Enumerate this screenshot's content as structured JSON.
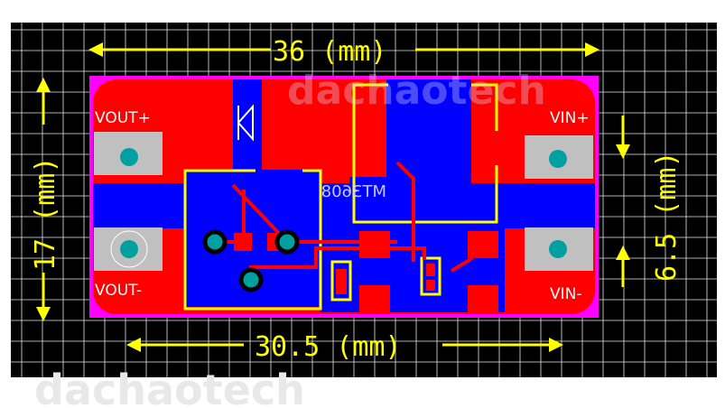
{
  "dimensions": {
    "width_top": "36 (mm)",
    "height_left": "17 (mm)",
    "right_spacing": "6.5 (mm)",
    "width_bottom": "30.5 (mm)"
  },
  "pads": {
    "vout_plus": "VOUT+",
    "vout_minus": "VOUT-",
    "vin_plus": "VIN+",
    "vin_minus": "VIN-"
  },
  "chip_label": "MT3608",
  "watermark": "dachaotech",
  "colors": {
    "background": "#000000",
    "grid": "#ffffff",
    "board_outline": "#ff00ff",
    "top_copper": "#ff0000",
    "bottom_copper": "#0000ff",
    "silkscreen": "#ffff00",
    "pad": "#c0c0c0",
    "via": "#00a0a0"
  }
}
